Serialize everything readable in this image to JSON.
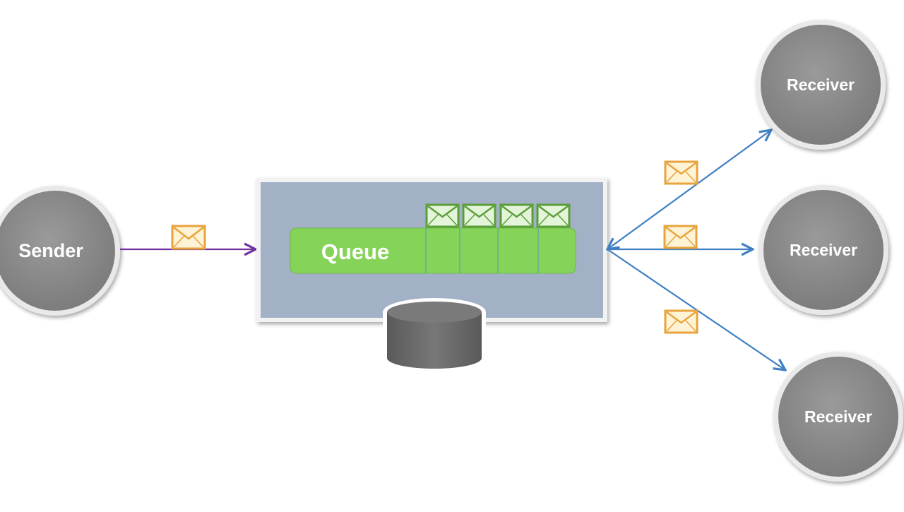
{
  "sender": {
    "label": "Sender"
  },
  "queue": {
    "label": "Queue",
    "slot_count": 4,
    "queued_message_count": 4
  },
  "receivers": [
    {
      "label": "Receiver"
    },
    {
      "label": "Receiver"
    },
    {
      "label": "Receiver"
    }
  ],
  "icons": {
    "message": "envelope-icon",
    "storage": "database-icon"
  },
  "colors": {
    "node_fill": "#8c8c8c",
    "node_border": "#e6e6e6",
    "queue_panel": "#a3b1c6",
    "queue_bar": "#86d35a",
    "queued_envelope": "#5a9e3a",
    "envelope": "#e8a33c",
    "sender_arrow": "#7030a0",
    "receiver_arrow": "#3f7fc4",
    "database": "#6b6b6b"
  }
}
